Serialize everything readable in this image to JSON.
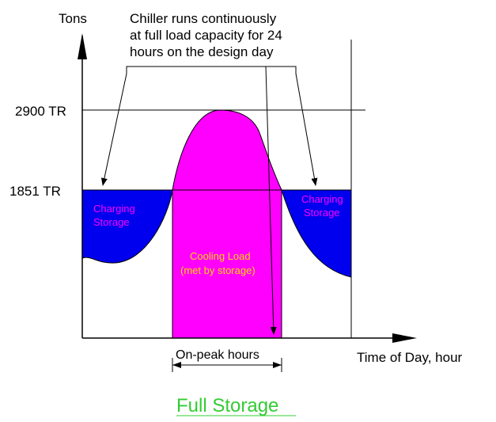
{
  "axes": {
    "y_label": "Tons",
    "x_label": "Time of Day, hour"
  },
  "levels": {
    "peak_label": "2900 TR",
    "chiller_label": "1851 TR"
  },
  "annotations": {
    "chiller_note": [
      "Chiller runs continuously",
      "at full load capacity for 24",
      "hours on the design day"
    ],
    "charging_left": [
      "Charging",
      "Storage"
    ],
    "charging_right": [
      "Charging",
      "Storage"
    ],
    "cooling_load": [
      "Cooling Load",
      "(met by storage)"
    ],
    "on_peak": "On-peak hours"
  },
  "title": "Full Storage",
  "colors": {
    "charging_fill": "#0000ee",
    "cooling_fill": "#ff00ff",
    "charging_text": "#ff00ff",
    "cooling_text": "#ffd800",
    "title": "#33cc33",
    "lines": "#000000"
  }
}
